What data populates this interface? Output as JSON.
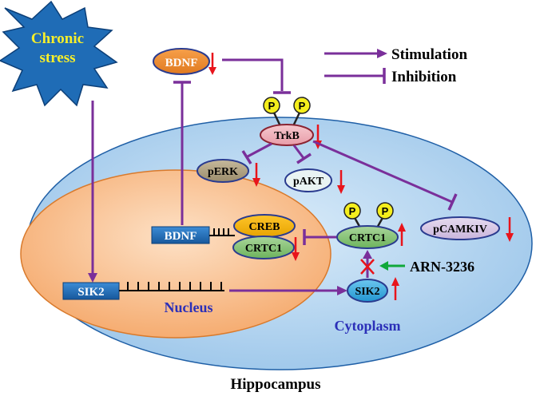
{
  "labels": {
    "stress_line1": "Chronic",
    "stress_line2": "stress",
    "bdnf_top": "BDNF",
    "trkb": "TrkB",
    "p": "P",
    "perk": "pERK",
    "pakt": "pAKT",
    "pcamkiv": "pCAMKIV",
    "crtc1_cyto": "CRTC1",
    "creb": "CREB",
    "crtc1_nuc": "CRTC1",
    "bdnf_gene": "BDNF",
    "sik2_gene": "SIK2",
    "sik2": "SIK2",
    "arn": "ARN-3236",
    "nucleus": "Nucleus",
    "cytoplasm": "Cytoplasm",
    "hippocampus": "Hippocampus"
  },
  "legend": {
    "stimulation": "Stimulation",
    "inhibition": "Inhibition"
  },
  "colors": {
    "pathway": "#7a2f9a",
    "up_down_arrow": "#e8141b",
    "arn_arrow": "#10a83a",
    "cell_fill": "#b9d7f0",
    "nucleus_fill": "#f9c494",
    "stress_fill": "#1f6cb6",
    "stress_text": "#f7ef2a",
    "gene_box": "#1f6cb6",
    "compartment_text": "#2b2fb8"
  }
}
